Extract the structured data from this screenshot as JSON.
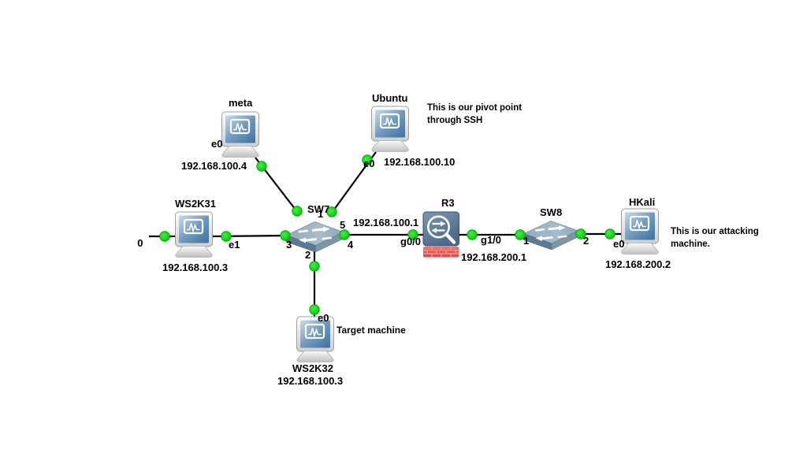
{
  "nodes": {
    "meta": {
      "label": "meta",
      "ip": "192.168.100.4",
      "iface": "e0"
    },
    "ubuntu": {
      "label": "Ubuntu",
      "ip": "192.168.100.10",
      "iface": "e0"
    },
    "ws2k31": {
      "label": "WS2K31",
      "ip": "192.168.100.3",
      "iface_left": "e0",
      "iface_right": "e1"
    },
    "ws2k32": {
      "label": "WS2K32",
      "ip": "192.168.100.3",
      "iface": "e0"
    },
    "hkali": {
      "label": "HKali",
      "ip": "192.168.200.2",
      "iface": "e0"
    },
    "sw7": {
      "label": "SW7",
      "ports": {
        "p1": "1",
        "p2": "2",
        "p3": "3",
        "p4": "4",
        "p5": "5"
      }
    },
    "sw8": {
      "label": "SW8",
      "ports": {
        "p1": "1",
        "p2": "2"
      }
    },
    "r3": {
      "label": "R3",
      "iface_left": "g0/0",
      "iface_right": "g1/0",
      "ip_inside": "192.168.100.1",
      "ip_outside": "192.168.200.1"
    }
  },
  "annotations": {
    "pivot_line1": "This is our pivot point",
    "pivot_line2": "through SSH",
    "attacking_line1": "This is our attacking",
    "attacking_line2": "machine.",
    "target_machine": "Target machine"
  },
  "colors": {
    "background": "#ffffff",
    "link": "#000000",
    "status_dot_up": "#00dc00",
    "computer_screen": "#4a77a4",
    "switch_body": "#7e95a8",
    "firewall_body": "#54718f",
    "firewall_brick": "#ee5d5d"
  }
}
